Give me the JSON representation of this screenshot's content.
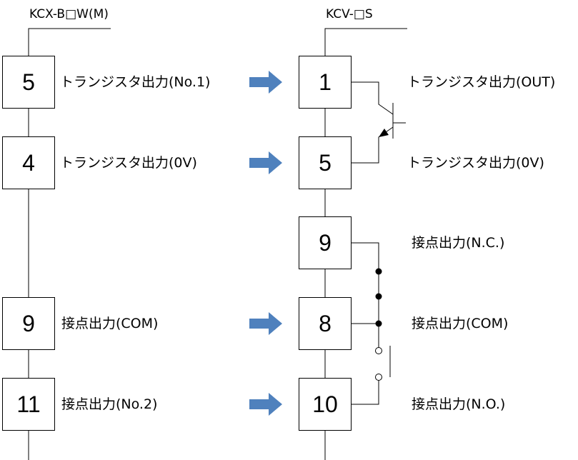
{
  "left": {
    "model": "KCX-B□W(M)",
    "terminals": [
      {
        "pin": "5",
        "label": "トランジスタ出力(No.1)"
      },
      {
        "pin": "4",
        "label": "トランジスタ出力(0V)"
      },
      {
        "pin": "9",
        "label": "接点出力(COM)"
      },
      {
        "pin": "11",
        "label": "接点出力(No.2)"
      }
    ]
  },
  "right": {
    "model": "KCV-□S",
    "terminals": [
      {
        "pin": "1",
        "label": "トランジスタ出力(OUT)"
      },
      {
        "pin": "5",
        "label": "トランジスタ出力(0V)"
      },
      {
        "pin": "9",
        "label": "接点出力(N.C.)"
      },
      {
        "pin": "8",
        "label": "接点出力(COM)"
      },
      {
        "pin": "10",
        "label": "接点出力(N.O.)"
      }
    ]
  },
  "colors": {
    "arrow": "#4F81BD",
    "line": "#000000"
  }
}
